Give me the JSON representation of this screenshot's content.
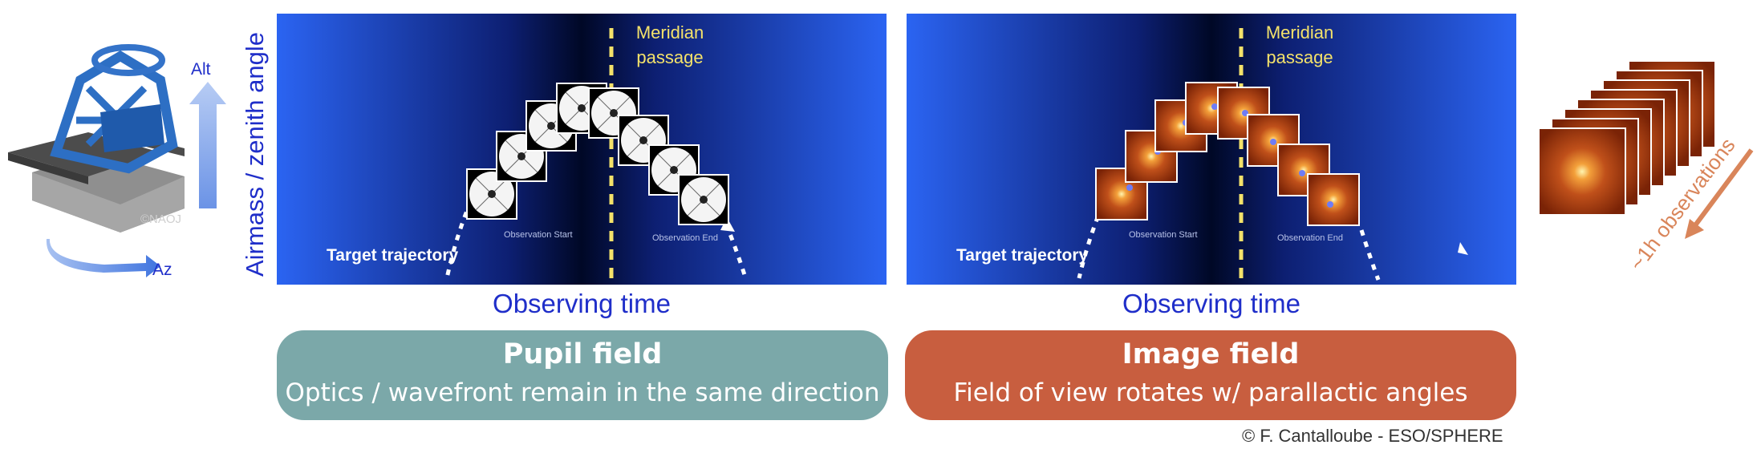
{
  "telescope": {
    "alt_label": "Alt",
    "az_label": "Az",
    "copyright": "©NAOJ"
  },
  "y_axis_label": "Airmass / zenith angle",
  "panels": [
    {
      "meridian_label_line1": "Meridian",
      "meridian_label_line2": "passage",
      "trajectory_label": "Target trajectory",
      "start_label": "Observation Start",
      "end_label": "Observation End",
      "x_axis_label": "Observing time"
    },
    {
      "meridian_label_line1": "Meridian",
      "meridian_label_line2": "passage",
      "trajectory_label": "Target trajectory",
      "start_label": "Observation Start",
      "end_label": "Observation End",
      "x_axis_label": "Observing time"
    }
  ],
  "boxes": {
    "pupil": {
      "title": "Pupil field",
      "subtitle": "Optics / wavefront remain in the same direction",
      "color": "#7ba8a9"
    },
    "image": {
      "title": "Image field",
      "subtitle": "Field of view rotates w/ parallactic angles",
      "color": "#c85e3f"
    }
  },
  "stack": {
    "label": "~1h observations",
    "arrow_color": "#d9855a"
  },
  "credit": "© F. Cantalloube - ESO/SPHERE",
  "colors": {
    "panel_blue": "#2a62f0",
    "meridian_yellow": "#f4e26a",
    "label_blue": "#1f2ec9"
  }
}
